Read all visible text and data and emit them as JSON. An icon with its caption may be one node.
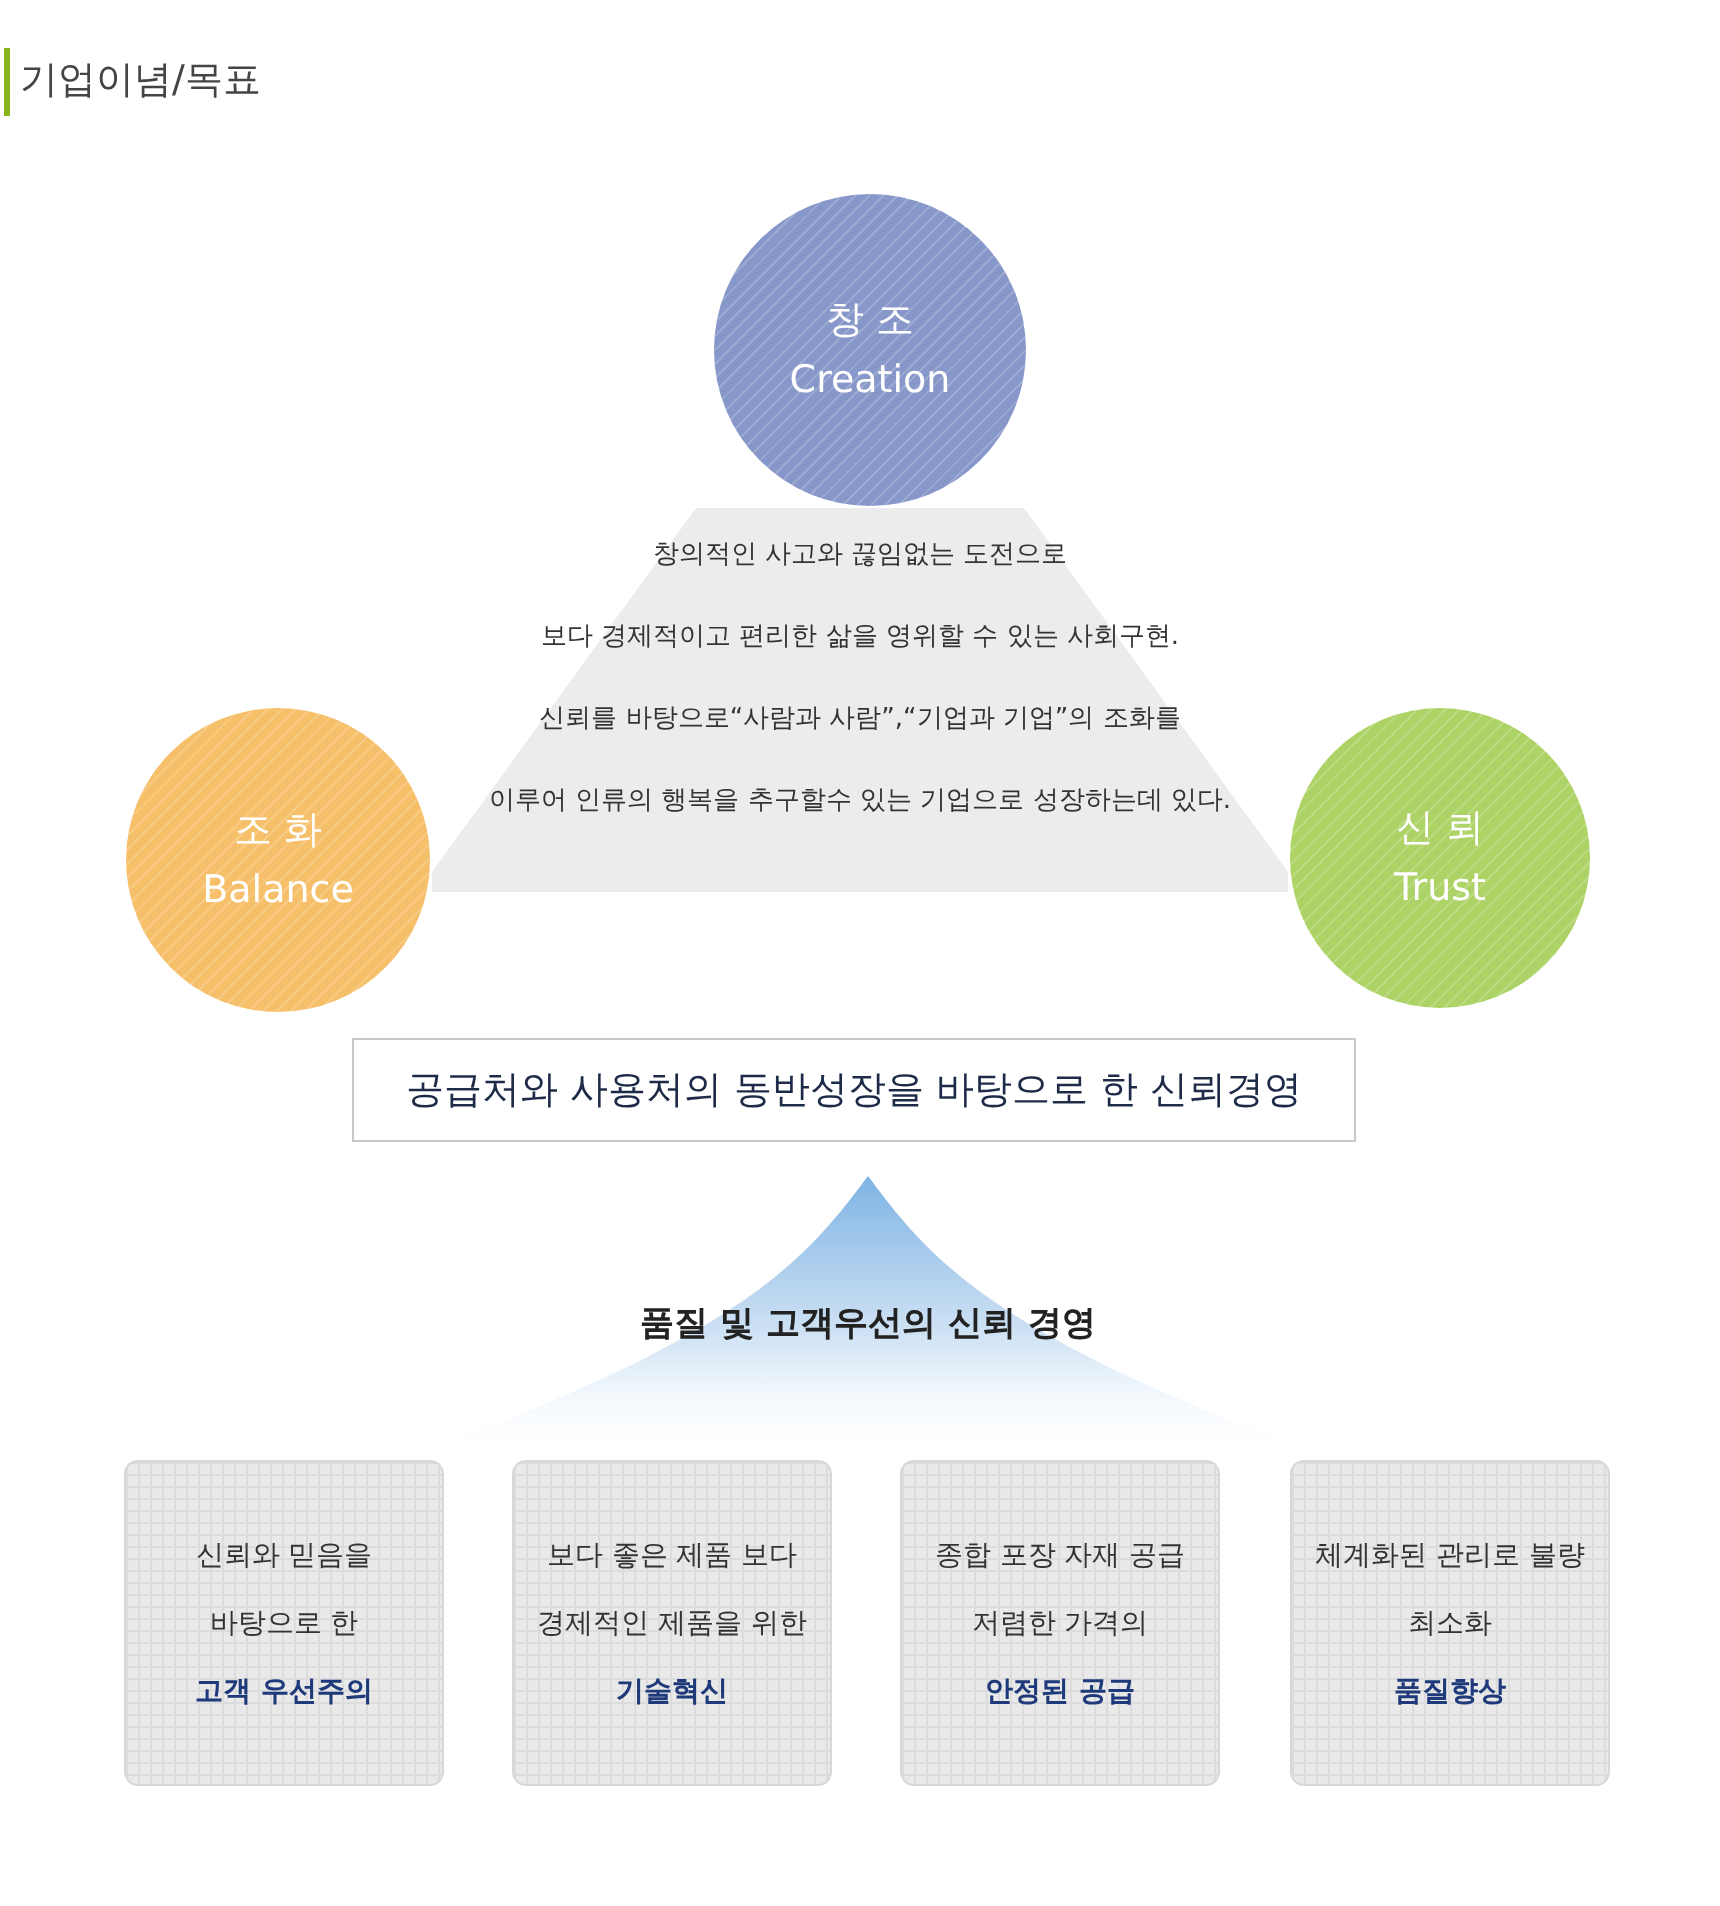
{
  "diagram": {
    "title": "기업이념/목표",
    "nodes": [
      {
        "text": [
          "창 조",
          "Creation"
        ]
      },
      {
        "text": [
          "창의적인 사고와 끊임없는 도전으로",
          "보다 경제적이고 편리한 삶을 영위할 수 있는 사회구현.",
          "신뢰를 바탕으로“사람과 사람”,“기업과 기업”의 조화를",
          "이루어 인류의 행복을 추구할수 있는 기업으로 성장하는데 있다."
        ]
      },
      {
        "text": [
          "조 화",
          "Balance"
        ]
      },
      {
        "text": [
          "신 뢰",
          "Trust"
        ]
      },
      {
        "text": [
          "공급처와 사용처의 동반성장을 바탕으로 한 신뢰경영"
        ]
      },
      {
        "text": [
          "품질 및 고객우선의 신뢰 경영"
        ]
      },
      {
        "text": [
          "신뢰와 믿음을 바탕으로 한",
          "고객 우선주의"
        ]
      },
      {
        "text": [
          "보다 좋은 제품 보다 경제적인 제품을 위한",
          "기술혁신"
        ]
      },
      {
        "text": [
          "종합 포장 자재 공급 저렴한 가격의",
          "안정된 공급"
        ]
      },
      {
        "text": [
          "체계화된 관리로 불량 최소화",
          "품질향상"
        ]
      }
    ]
  }
}
